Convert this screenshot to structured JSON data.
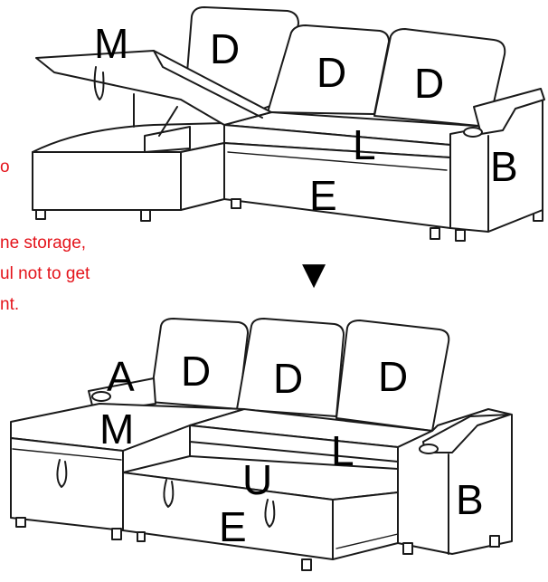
{
  "labels": {
    "top": {
      "M": "M",
      "D1": "D",
      "D2": "D",
      "D3": "D",
      "L": "L",
      "B": "B",
      "E": "E"
    },
    "bottom": {
      "A": "A",
      "D1": "D",
      "D2": "D",
      "D3": "D",
      "M": "M",
      "L": "L",
      "U": "U",
      "B": "B",
      "E": "E"
    }
  },
  "arrow": "▼",
  "note": {
    "fragment": "o",
    "lines": [
      "ne storage,",
      "ul not to get",
      "nt."
    ]
  },
  "colors": {
    "note": "#e4141b",
    "line": "#1a1a1a",
    "background": "#ffffff"
  }
}
